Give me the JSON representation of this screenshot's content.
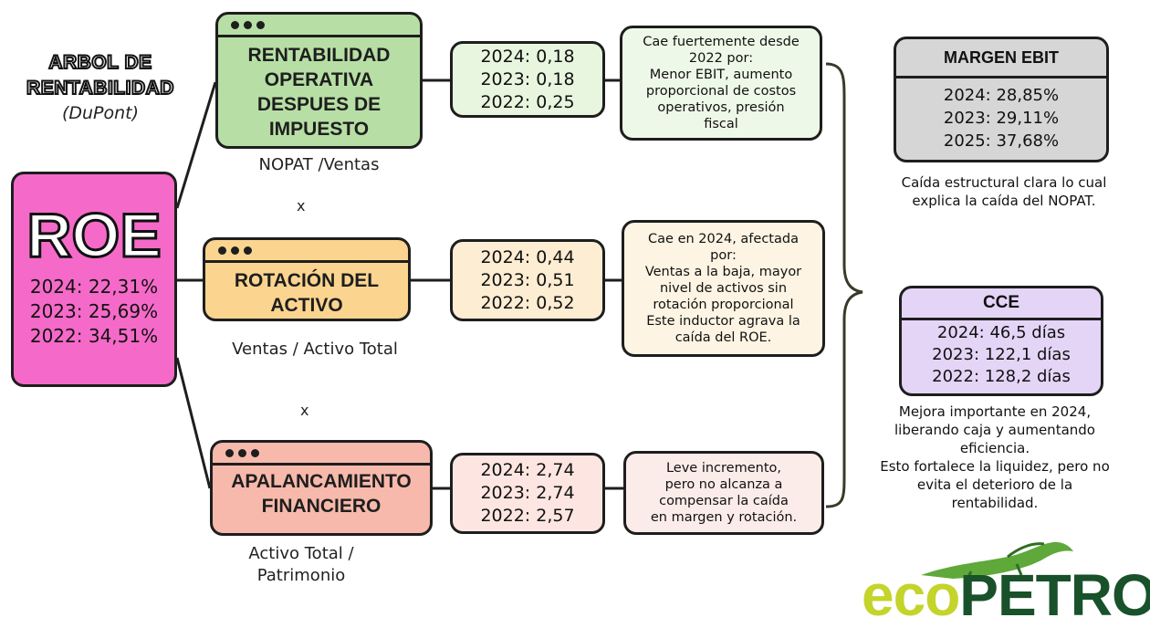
{
  "title": {
    "line1": "ARBOL DE",
    "line2": "RENTABILIDAD",
    "subtitle": "(DuPont)"
  },
  "roe": {
    "label": "ROE",
    "values": [
      "2024: 22,31%",
      "2023: 25,69%",
      "2022: 34,51%"
    ]
  },
  "drivers": [
    {
      "name_lines": [
        "RENTABILIDAD",
        "OPERATIVA",
        "DESPUES DE",
        "IMPUESTO"
      ],
      "formula": [
        "NOPAT /Ventas"
      ],
      "values": [
        "2024: 0,18",
        "2023: 0,18",
        "2022: 0,25"
      ],
      "comment": [
        "Cae fuertemente desde",
        "2022 por:",
        "Menor EBIT, aumento",
        "proporcional de costos",
        "operativos, presión",
        "fiscal"
      ]
    },
    {
      "name_lines": [
        "ROTACIÓN DEL",
        "ACTIVO"
      ],
      "formula": [
        "Ventas / Activo Total"
      ],
      "values": [
        "2024: 0,44",
        "2023: 0,51",
        "2022: 0,52"
      ],
      "comment": [
        "Cae en 2024, afectada",
        "por:",
        "Ventas a la baja, mayor",
        "nivel de activos sin",
        "rotación proporcional",
        "Este inductor agrava la",
        "caída del ROE."
      ]
    },
    {
      "name_lines": [
        "APALANCAMIENTO",
        "FINANCIERO"
      ],
      "formula": [
        "Activo Total /",
        "Patrimonio"
      ],
      "values": [
        "2024: 2,74",
        "2023: 2,74",
        "2022: 2,57"
      ],
      "comment": [
        "Leve incremento,",
        "pero no alcanza a",
        "compensar la caída",
        "en margen y rotación."
      ]
    }
  ],
  "operator": "x",
  "margen_ebit": {
    "title": "MARGEN EBIT",
    "values": [
      "2024: 28,85%",
      "2023: 29,11%",
      "2025: 37,68%"
    ],
    "note": [
      "Caída estructural clara lo cual",
      "explica la caída del NOPAT."
    ]
  },
  "cce": {
    "title": "CCE",
    "values": [
      "2024: 46,5 días",
      "2023: 122,1 días",
      "2022: 128,2 días"
    ],
    "note": [
      "Mejora importante en 2024,",
      "liberando caja y aumentando",
      "eficiencia.",
      "Esto fortalece la liquidez, pero no",
      "evita el deterioro de la",
      "rentabilidad."
    ]
  },
  "logo": {
    "part1": "eco",
    "part2": "PETROL"
  },
  "colors": {
    "roe": "#f56ac9",
    "green": "#b7dfa5",
    "orange": "#fbd58f",
    "salmon": "#f7b9ab",
    "gray": "#d6d6d6",
    "purple": "#e4d5f7",
    "logo_lime": "#c4d42a",
    "logo_green": "#18512a"
  }
}
